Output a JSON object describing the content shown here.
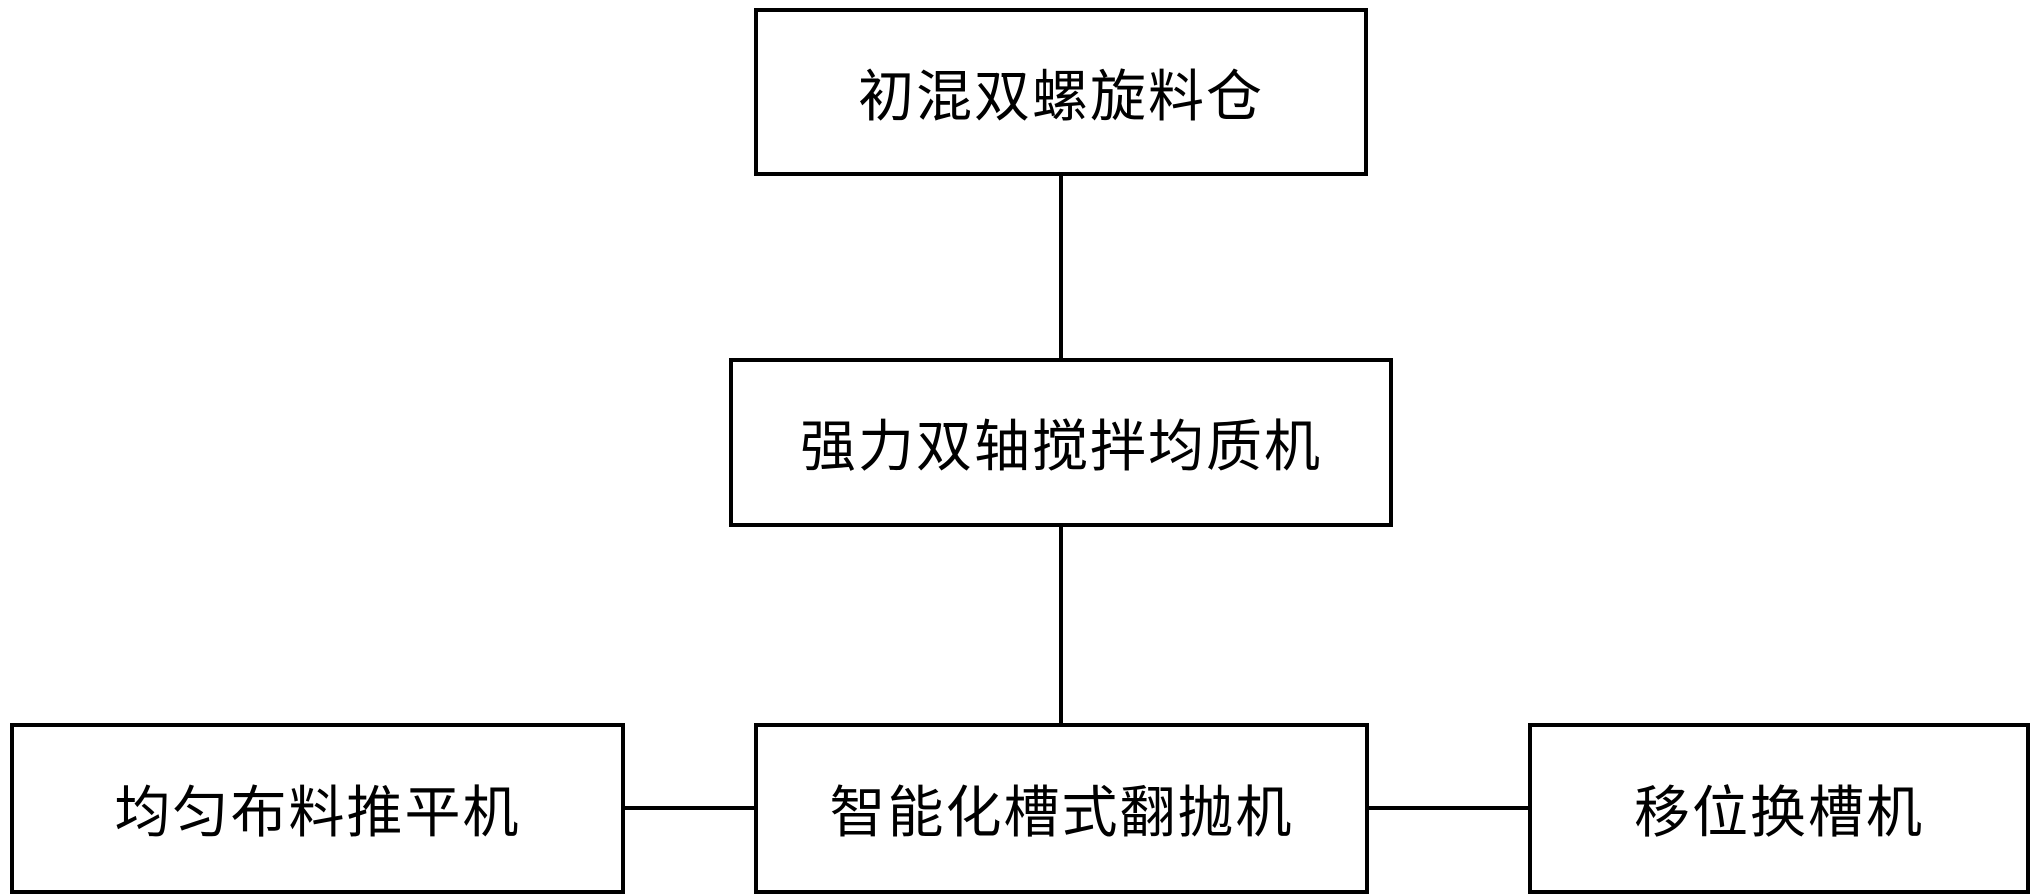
{
  "diagram": {
    "nodes": {
      "hopper": {
        "label": "初混双螺旋料仓"
      },
      "mixer": {
        "label": "强力双轴搅拌均质机"
      },
      "spreader": {
        "label": "均匀布料推平机"
      },
      "turner": {
        "label": "智能化槽式翻抛机"
      },
      "shifter": {
        "label": "移位换槽机"
      }
    },
    "edges": [
      {
        "from": "hopper",
        "to": "mixer"
      },
      {
        "from": "mixer",
        "to": "turner"
      },
      {
        "from": "spreader",
        "to": "turner"
      },
      {
        "from": "turner",
        "to": "shifter"
      }
    ]
  }
}
